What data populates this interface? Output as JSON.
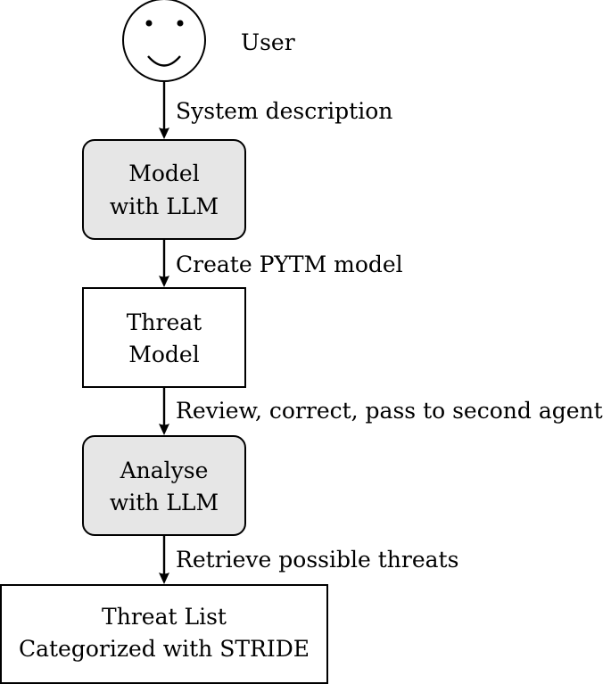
{
  "actor": {
    "label": "User",
    "icon": "smiley-face-icon"
  },
  "nodes": {
    "model_llm": {
      "line1": "Model",
      "line2": "with LLM",
      "shaded": true
    },
    "threat_model": {
      "line1": "Threat",
      "line2": "Model",
      "shaded": false
    },
    "analyse_llm": {
      "line1": "Analyse",
      "line2": "with LLM",
      "shaded": true
    },
    "threat_list": {
      "line1": "Threat List",
      "line2": "Categorized with STRIDE",
      "shaded": false
    }
  },
  "edges": {
    "user_to_model": "System description",
    "model_to_threat_model": "Create PYTM model",
    "threat_model_to_analyse": "Review, correct, pass to second agent",
    "analyse_to_threat_list": "Retrieve possible threats"
  },
  "colors": {
    "shaded_fill": "#e6e6e6",
    "plain_fill": "#ffffff",
    "stroke": "#000000"
  }
}
